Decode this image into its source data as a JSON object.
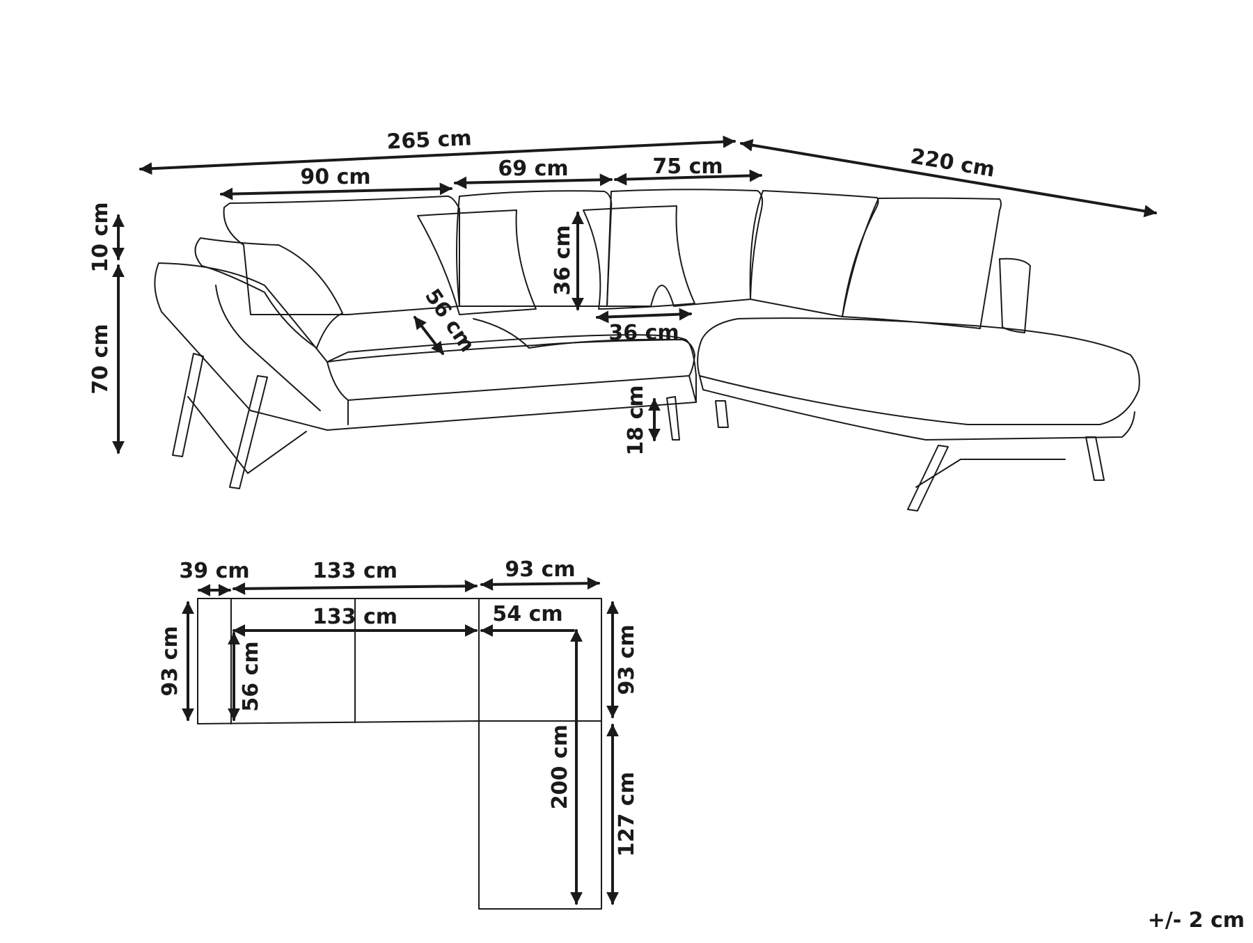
{
  "sofa_view": {
    "total_width": "265 cm",
    "chaise_length": "220 cm",
    "seat_left": "90 cm",
    "seat_middle": "69 cm",
    "seat_right": "75 cm",
    "back_height": "10 cm",
    "total_height": "70 cm",
    "cushion_height": "36 cm",
    "cushion_width": "36 cm",
    "seat_depth": "56 cm",
    "leg_height": "18 cm"
  },
  "plan_view": {
    "armrest_width": "39 cm",
    "main_width": "133 cm",
    "inner_width": "133 cm",
    "corner_width": "93 cm",
    "corner_inner": "54 cm",
    "left_depth": "93 cm",
    "left_inner_depth": "56 cm",
    "right_depth": "93 cm",
    "chaise_inner": "200 cm",
    "chaise_extension": "127 cm"
  },
  "tolerance": "+/- 2 cm"
}
